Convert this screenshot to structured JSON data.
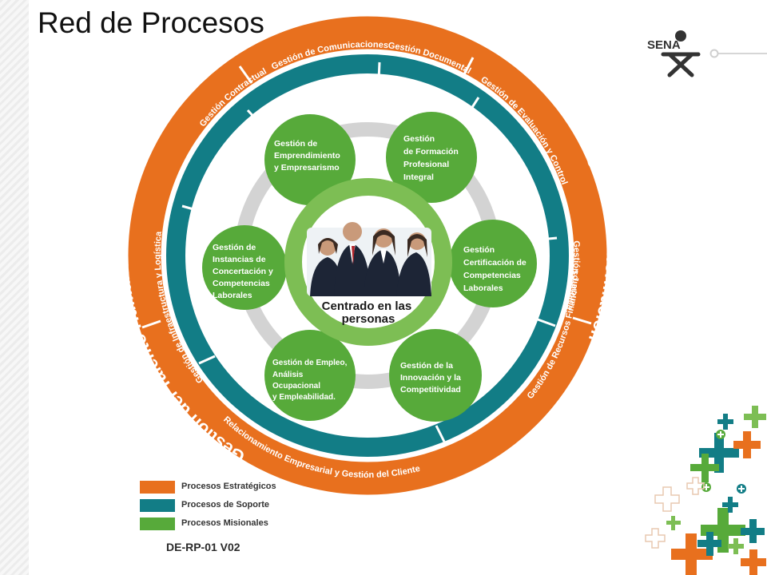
{
  "slide": {
    "title": "Red de Procesos"
  },
  "logo": {
    "text": "SENA"
  },
  "colors": {
    "strategic": "#E8701E",
    "support": "#127D86",
    "missional": "#57AA3A",
    "inner_ring": "#7DBE54",
    "gray_ring": "#D3D3D3"
  },
  "outer_ring": {
    "talento_humano": "Gestión del Talento Humano",
    "tecnologias": "Gestión de Tecnologías de la Información",
    "direccionamiento": "Direccionamiento Estratégico"
  },
  "support_ring": {
    "comunicaciones": "Gestión de Comunicaciones",
    "documental": "Gestión Documental",
    "evaluacion": "Gestión de Evaluación y Control",
    "juridica": "Gestión Jurídica",
    "recursos_financieros": "Gestión de Recursos Financieros",
    "relacionamiento": "Relacionamiento Empresarial y Gestión del Cliente",
    "infraestructura": "Gestión de Infraestructura y Logística",
    "contractual": "Gestión Contractual"
  },
  "missional": [
    {
      "lines": [
        "Gestión de",
        "Emprendimiento",
        "y Empresarismo"
      ]
    },
    {
      "lines": [
        "Gestión",
        "de Formación",
        "Profesional",
        "Integral"
      ]
    },
    {
      "lines": [
        "Gestión",
        "Certificación de",
        "Competencias",
        "Laborales"
      ]
    },
    {
      "lines": [
        "Gestión de la",
        "Innovación y la",
        "Competitividad"
      ]
    },
    {
      "lines": [
        "Gestión de Empleo,",
        "Análisis",
        "Ocupacional",
        "y Empleabilidad."
      ]
    },
    {
      "lines": [
        "Gestión de",
        "Instancias de",
        "Concertación y",
        "Competencias",
        "Laborales"
      ]
    }
  ],
  "center": {
    "line1": "Centrado en las",
    "line2": "personas"
  },
  "legend": {
    "strategic": "Procesos Estratégicos",
    "support": "Procesos de Soporte",
    "missional": "Procesos Misionales"
  },
  "doc_code": "DE-RP-01 V02"
}
